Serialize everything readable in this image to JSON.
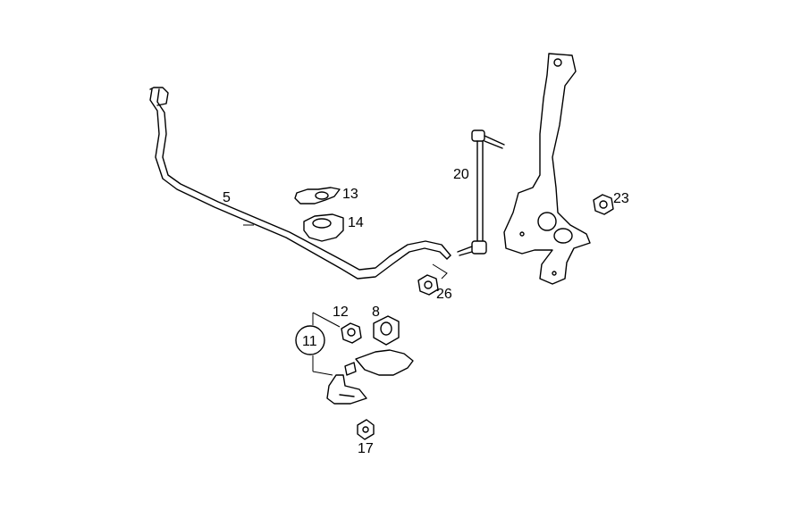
{
  "callouts": {
    "c5": "5",
    "c8": "8",
    "c11": "11",
    "c12": "12",
    "c13": "13",
    "c14": "14",
    "c17": "17",
    "c20": "20",
    "c23": "23",
    "c26": "26"
  }
}
